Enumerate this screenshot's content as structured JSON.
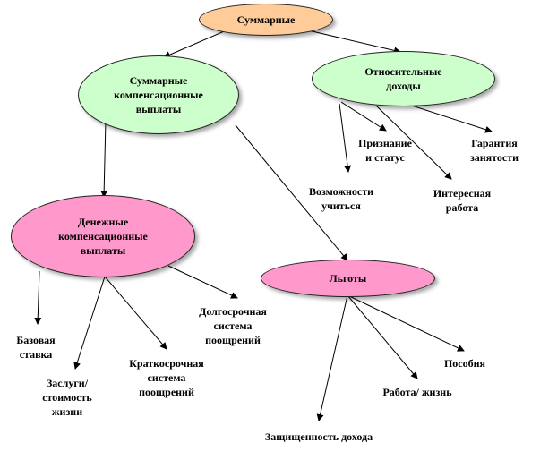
{
  "colors": {
    "root_fill": "#ffcc99",
    "green_fill": "#ccffcc",
    "pink_fill": "#ff99cc",
    "line": "#000000"
  },
  "nodes": {
    "total": "Суммарные",
    "total_comp": "Суммарные\nкомпенсационные\nвыплаты",
    "relative": "Относительные\nдоходы",
    "monetary": "Денежные\nкомпенсационные\nвыплаты",
    "benefits": "Льготы"
  },
  "leaves": {
    "recognition": "Признание\nи статус",
    "job_security": "Гарантия\nзанятости",
    "learning": "Возможности\nучиться",
    "interesting_work": "Интересная\nработа",
    "base_rate": "Базовая\nставка",
    "merit": "Заслуги/\nстоимость\nжизни",
    "short_term": "Краткосрочная\nсистема\nпоощрений",
    "long_term": "Долгосрочная\nсистема\nпоощрений",
    "allowances": "Пособия",
    "work_life": "Работа/ жизнь",
    "income_protection": "Защищенность дохода"
  }
}
